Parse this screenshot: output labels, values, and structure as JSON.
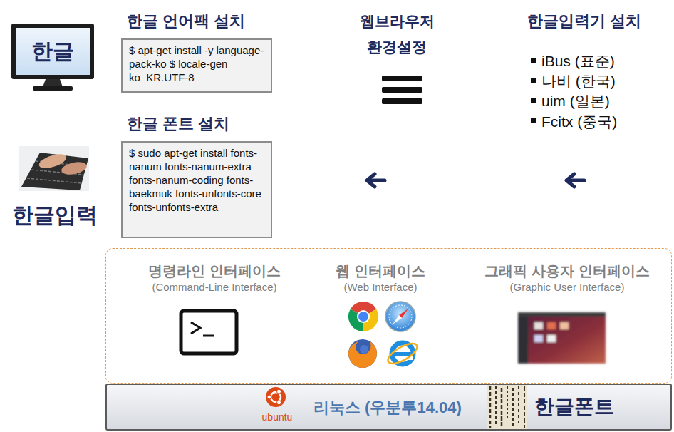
{
  "diagram": {
    "nodes": [
      {
        "text": [
          "한글"
        ]
      },
      {
        "text": [
          "한글 언어팩 설치",
          "$ apt-get install -y language-pack-ko $ locale-gen ko_KR.UTF-8"
        ]
      },
      {
        "text": [
          "한글 폰트 설치",
          "$ sudo apt-get install fonts-nanum fonts-nanum-extra fonts-nanum-coding fonts-baekmuk fonts-unfonts-core fonts-unfonts-extra"
        ]
      },
      {
        "text": [
          "명령라인 인터페이스",
          "(Command-Line Interface)",
          "웹 인터페이스",
          "(Web Interface)",
          "그래픽 사용자 인터페이스",
          "(Graphic User Interface)"
        ]
      },
      {
        "text": [
          "ubuntu",
          "리눅스 (우분투14.04)",
          "한글폰트"
        ]
      }
    ],
    "labels": [
      "한글입력",
      "웹브라우저 환경설정",
      "한글입력기 설치",
      "iBus (표준)",
      "나비 (한국)",
      "uim (일본)",
      "Fcitx (중국)"
    ]
  }
}
